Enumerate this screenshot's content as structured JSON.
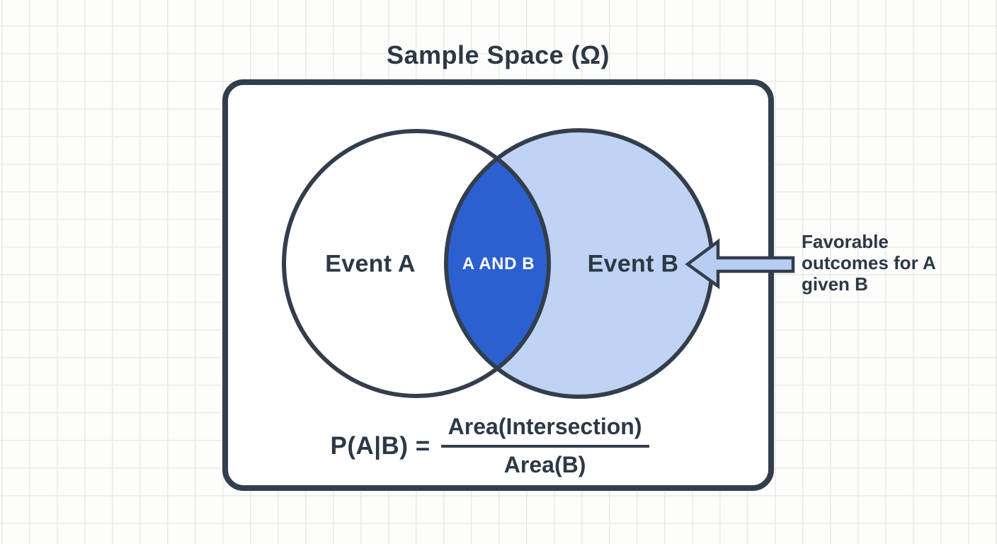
{
  "title": "Sample Space (Ω)",
  "diagram": {
    "event_a_label": "Event A",
    "intersection_label": "A AND B",
    "event_b_label": "Event B",
    "annotation": "Favorable outcomes for A given B",
    "formula": {
      "lhs": "P(A|B) =",
      "numerator": "Area(Intersection)",
      "denominator": "Area(B)"
    },
    "colors": {
      "background": "#fdfdfc",
      "grid_line": "#e9e9e9",
      "box_fill": "#ffffff",
      "outline": "#333e4c",
      "label_text": "#2d3846",
      "event_b_fill": "#bfd4f4",
      "intersection_fill": "#2c5fd0",
      "intersection_text": "#ffffff",
      "arrow_fill": "#b7cef2"
    }
  }
}
